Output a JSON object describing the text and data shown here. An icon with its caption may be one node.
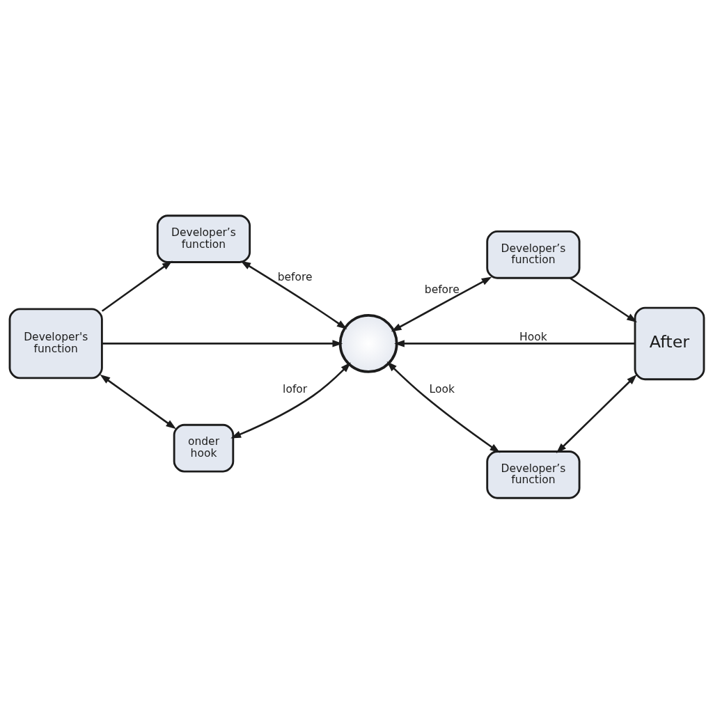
{
  "diagram": {
    "nodes": [
      {
        "text": [
          "Developer’s function"
        ]
      },
      {
        "text": [
          "Developer’s function"
        ]
      },
      {
        "text": [
          "Developer's function"
        ]
      },
      {
        "text": [],
        "shape": "circle"
      },
      {
        "text": [
          "After"
        ]
      },
      {
        "text": [
          "onder hook"
        ]
      },
      {
        "text": [
          "Developer’s function"
        ]
      }
    ],
    "edges": [
      {
        "from": 2,
        "to": 0,
        "arrow": "to"
      },
      {
        "from": 2,
        "to": 3,
        "arrow": "to"
      },
      {
        "from": 2,
        "to": 5,
        "arrow": "both"
      },
      {
        "from": 0,
        "to": 3,
        "arrow": "both",
        "label": "before"
      },
      {
        "from": 5,
        "to": 3,
        "arrow": "both",
        "label": "lofor"
      },
      {
        "from": 3,
        "to": 1,
        "arrow": "both",
        "label": "before"
      },
      {
        "from": 4,
        "to": 3,
        "arrow": "to",
        "label": "Hook"
      },
      {
        "from": 3,
        "to": 6,
        "arrow": "both",
        "label": "Look"
      },
      {
        "from": 1,
        "to": 4,
        "arrow": "to"
      },
      {
        "from": 6,
        "to": 4,
        "arrow": "both"
      }
    ]
  }
}
